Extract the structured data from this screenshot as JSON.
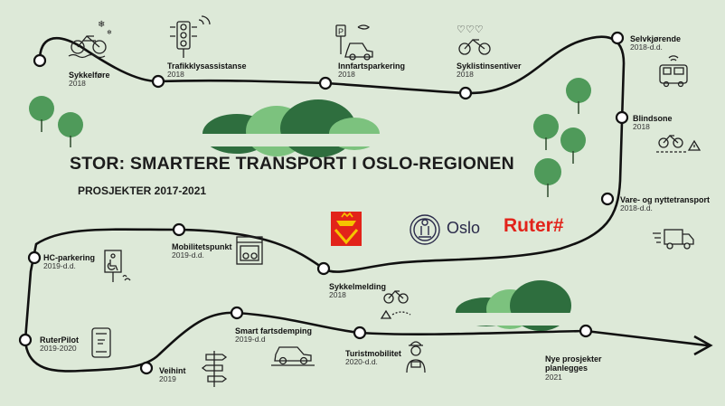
{
  "title": "STOR: SMARTERE TRANSPORT I OSLO-REGIONEN",
  "subtitle": "PROSJEKTER 2017-2021",
  "milestones": [
    {
      "label": "Sykkelføre",
      "year": "2018"
    },
    {
      "label": "Trafikklysassistanse",
      "year": "2018"
    },
    {
      "label": "Innfartsparkering",
      "year": "2018"
    },
    {
      "label": "Syklistinsentiver",
      "year": "2018"
    },
    {
      "label": "Selvkjørende",
      "year": "2018-d.d."
    },
    {
      "label": "Blindsone",
      "year": "2018"
    },
    {
      "label": "Vare- og nyttetransport",
      "year": "2018-d.d."
    },
    {
      "label": "Sykkelmelding",
      "year": "2018"
    },
    {
      "label": "Mobilitetspunkt",
      "year": "2019-d.d."
    },
    {
      "label": "HC-parkering",
      "year": "2019-d.d."
    },
    {
      "label": "RuterPilot",
      "year": "2019-2020"
    },
    {
      "label": "Veihint",
      "year": "2019"
    },
    {
      "label": "Smart fartsdemping",
      "year": "2019-d.d"
    },
    {
      "label": "Turistmobilitet",
      "year": "2020-d.d."
    },
    {
      "label": "Nye prosjekter planlegges",
      "year": "2021"
    }
  ],
  "logos": {
    "oslo": "Oslo",
    "ruter": "Ruter#",
    "icons": [
      "statens-vegvesen-logo",
      "oslo-kommune-seal"
    ]
  },
  "colors": {
    "background": "#dde9d8",
    "road": "#111111",
    "tree_dark": "#2e6e3e",
    "tree_mid": "#4f9a5a",
    "tree_light": "#7cc27e",
    "ruter_red": "#e2231a"
  }
}
